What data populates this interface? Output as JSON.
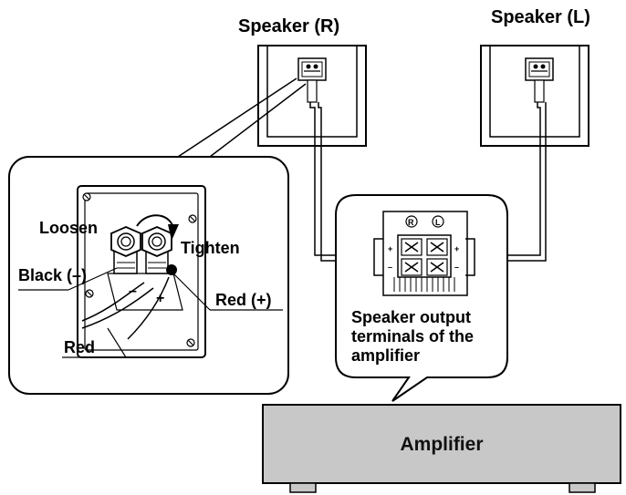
{
  "speakers": {
    "right_label": "Speaker (R)",
    "left_label": "Speaker (L)"
  },
  "detail": {
    "loosen": "Loosen",
    "tighten": "Tighten",
    "black_minus": "Black (–)",
    "red_plus": "Red (+)",
    "red": "Red",
    "minus_sign": "–",
    "plus_sign": "+"
  },
  "terminals": {
    "caption_line1": "Speaker output",
    "caption_line2": "terminals of the",
    "caption_line3": "amplifier",
    "r_mark": "R",
    "l_mark": "L"
  },
  "amplifier": {
    "label": "Amplifier"
  },
  "colors": {
    "amplifier_fill": "#c8c8c8",
    "line": "#000000"
  }
}
